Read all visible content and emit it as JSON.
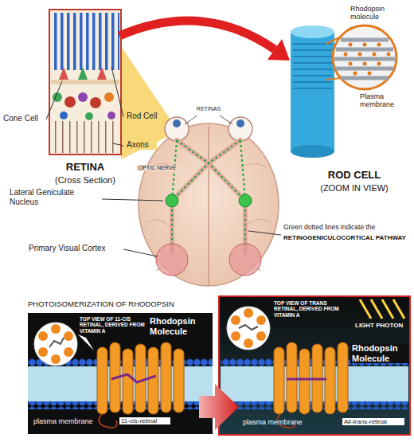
{
  "diagram": {
    "labels": [
      "Cone Cell",
      "Rod Cell",
      "Axons",
      "RETINA",
      "(Cross Section)",
      "Rhodopsin molecule",
      "Plasma membrane",
      "ROD CELL",
      "(ZOOM IN VIEW)",
      "RETINAS",
      "OPTIC NERVE",
      "Lateral Geniculate Nucleus",
      "Primary Visual Cortex",
      "Green dotted lines indicate the",
      "RETINOGENICULOCORTICAL PATHWAY",
      "PHOTOISOMERIZATION OF RHODOPSIN",
      "TOP VIEW OF 11-CIS RETINAL, DERIVED FROM VITAMIN A",
      "Rhodopsin Molecule",
      "plasma membrane",
      "11-cis-retinal",
      "TOP VIEW OF TRANS RETINAL, DERIVED FROM VITAMIN A",
      "LIGHT PHOTON",
      "Rhodopsin Molecule",
      "plasma membrane",
      "All-trans-retinal"
    ]
  }
}
